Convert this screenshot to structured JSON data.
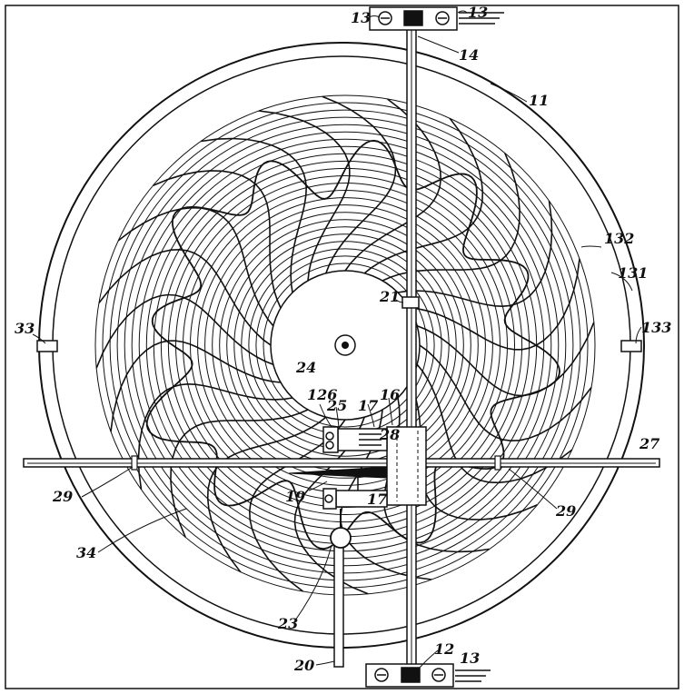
{
  "figure": {
    "ink_color": "#111111",
    "paper_color": "#ffffff",
    "reference_numerals": [
      {
        "id": "13",
        "text": "13"
      },
      {
        "id": "13",
        "text": "13"
      },
      {
        "id": "14",
        "text": "14"
      },
      {
        "id": "11",
        "text": "11"
      },
      {
        "id": "132",
        "text": "132"
      },
      {
        "id": "131",
        "text": "131"
      },
      {
        "id": "21",
        "text": "21"
      },
      {
        "id": "33",
        "text": "33"
      },
      {
        "id": "133",
        "text": "133"
      },
      {
        "id": "24",
        "text": "24"
      },
      {
        "id": "126",
        "text": "126"
      },
      {
        "id": "25",
        "text": "25"
      },
      {
        "id": "17",
        "text": "17"
      },
      {
        "id": "16",
        "text": "16"
      },
      {
        "id": "28",
        "text": "28"
      },
      {
        "id": "27",
        "text": "27"
      },
      {
        "id": "29",
        "text": "29"
      },
      {
        "id": "19",
        "text": "19"
      },
      {
        "id": "17",
        "text": "17"
      },
      {
        "id": "29",
        "text": "29"
      },
      {
        "id": "34",
        "text": "34"
      },
      {
        "id": "23",
        "text": "23"
      },
      {
        "id": "20",
        "text": "20"
      },
      {
        "id": "12",
        "text": "12"
      },
      {
        "id": "13",
        "text": "13"
      }
    ]
  }
}
